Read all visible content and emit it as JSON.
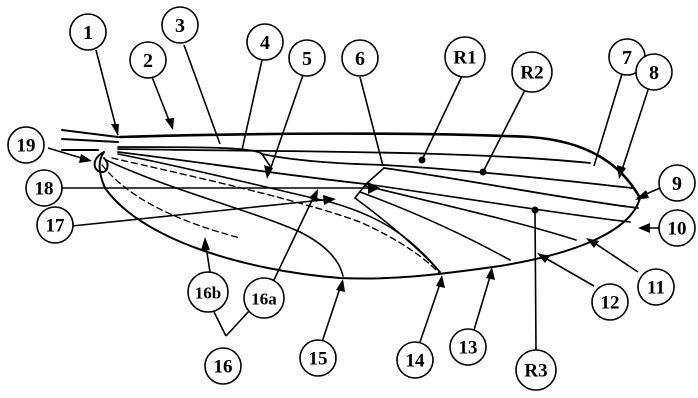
{
  "figure": {
    "labels": {
      "n1": "1",
      "n2": "2",
      "n3": "3",
      "n4": "4",
      "n5": "5",
      "n6": "6",
      "n7": "7",
      "n8": "8",
      "n9": "9",
      "n10": "10",
      "n11": "11",
      "n12": "12",
      "n13": "13",
      "n14": "14",
      "n15": "15",
      "n16": "16",
      "n16a": "16a",
      "n16b": "16b",
      "n17": "17",
      "n18": "18",
      "n19": "19",
      "r1": "R1",
      "r2": "R2",
      "r3": "R3"
    }
  }
}
